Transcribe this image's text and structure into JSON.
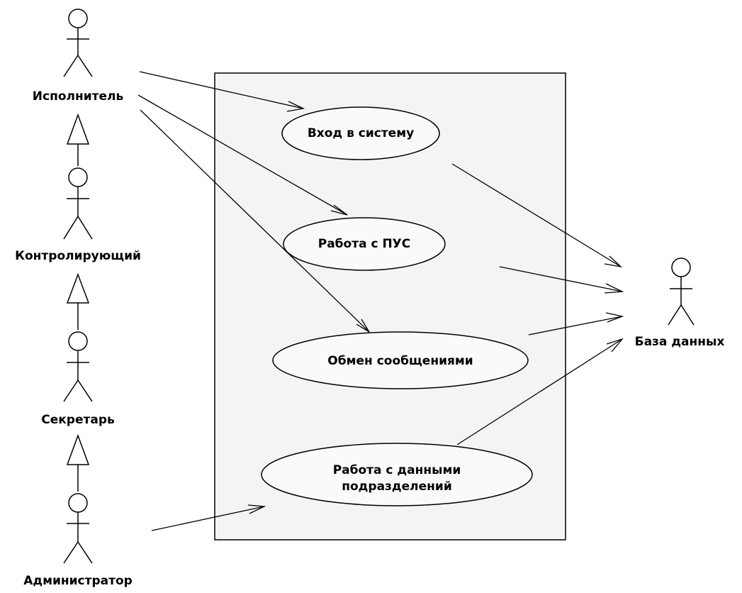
{
  "actors": {
    "performer": "Исполнитель",
    "controller": "Контролирующий",
    "secretary": "Секретарь",
    "administrator": "Администратор",
    "database": "База данных"
  },
  "use_cases": {
    "login": "Вход в систему",
    "pus": "Работа с ПУС",
    "messaging": "Обмен сообщениями",
    "departments_line1": "Работа с данными",
    "departments_line2": "подразделений"
  },
  "colors": {
    "boundary_fill": "#f4f4f4",
    "ellipse_fill": "#fafafa",
    "stroke": "#000000"
  }
}
